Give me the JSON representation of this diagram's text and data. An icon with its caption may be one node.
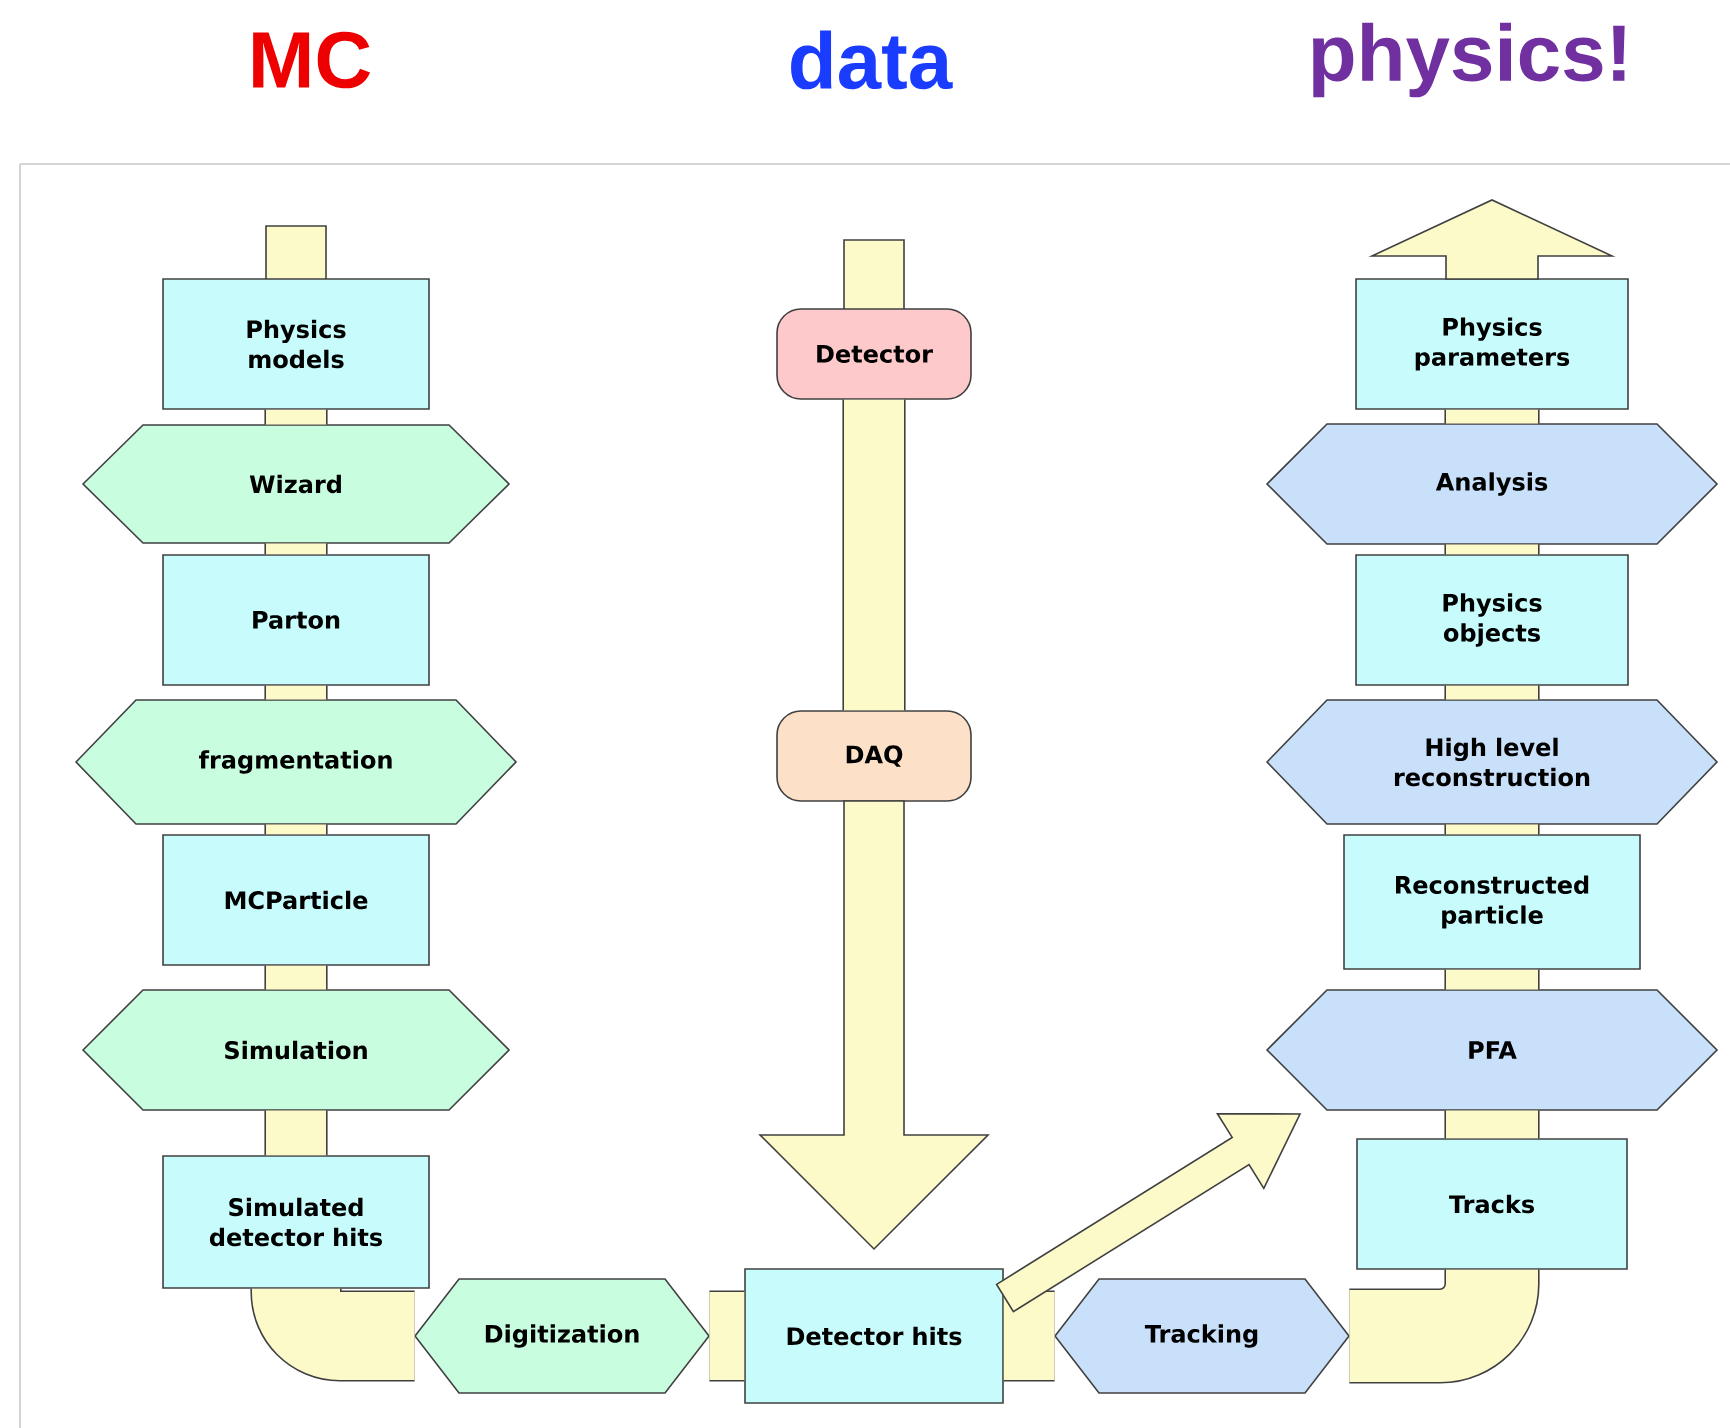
{
  "diagram": {
    "nodes": [
      {
        "text": [
          "Physics models"
        ]
      },
      {
        "text": [
          "Wizard"
        ]
      },
      {
        "text": [
          "Parton"
        ]
      },
      {
        "text": [
          "fragmentation"
        ]
      },
      {
        "text": [
          "MCParticle"
        ]
      },
      {
        "text": [
          "Simulation"
        ]
      },
      {
        "text": [
          "Simulated detector hits"
        ]
      },
      {
        "text": [
          "Digitization"
        ]
      },
      {
        "text": [
          "Detector hits"
        ]
      },
      {
        "text": [
          "Tracking"
        ]
      },
      {
        "text": [
          "Tracks"
        ]
      },
      {
        "text": [
          "PFA"
        ]
      },
      {
        "text": [
          "Reconstructed particle"
        ]
      },
      {
        "text": [
          "High level reconstruction"
        ]
      },
      {
        "text": [
          "Physics objects"
        ]
      },
      {
        "text": [
          "Analysis"
        ]
      },
      {
        "text": [
          "Physics parameters"
        ]
      },
      {
        "text": [
          "Detector"
        ]
      },
      {
        "text": [
          "DAQ"
        ]
      }
    ],
    "edges": [
      {
        "from": 0,
        "to": 1,
        "arrow": "none"
      },
      {
        "from": 1,
        "to": 2,
        "arrow": "none"
      },
      {
        "from": 2,
        "to": 3,
        "arrow": "none"
      },
      {
        "from": 3,
        "to": 4,
        "arrow": "none"
      },
      {
        "from": 4,
        "to": 5,
        "arrow": "none"
      },
      {
        "from": 5,
        "to": 6,
        "arrow": "none"
      },
      {
        "from": 6,
        "to": 7,
        "arrow": "none"
      },
      {
        "from": 7,
        "to": 8,
        "arrow": "none"
      },
      {
        "from": 8,
        "to": 9,
        "arrow": "none"
      },
      {
        "from": 9,
        "to": 10,
        "arrow": "none"
      },
      {
        "from": 10,
        "to": 11,
        "arrow": "none"
      },
      {
        "from": 11,
        "to": 12,
        "arrow": "none"
      },
      {
        "from": 12,
        "to": 13,
        "arrow": "none"
      },
      {
        "from": 13,
        "to": 14,
        "arrow": "none"
      },
      {
        "from": 14,
        "to": 15,
        "arrow": "none"
      },
      {
        "from": 15,
        "to": 16,
        "arrow": "none"
      },
      {
        "from": 16,
        "to": null,
        "arrow": "to"
      },
      {
        "from": 17,
        "to": 18,
        "arrow": "none"
      },
      {
        "from": 18,
        "to": 8,
        "arrow": "to"
      },
      {
        "from": 8,
        "to": null,
        "arrow": "to"
      }
    ],
    "labels": [
      "MC",
      "data",
      "physics!"
    ]
  }
}
